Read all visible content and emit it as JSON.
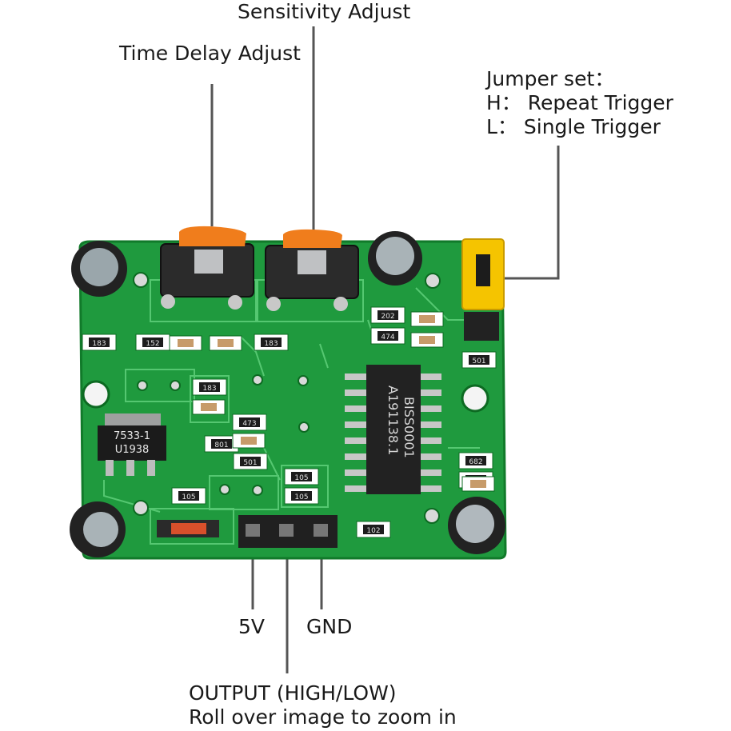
{
  "callouts": {
    "sensitivity": "Sensitivity Adjust",
    "time_delay": "Time Delay Adjust",
    "jumper_title": "Jumper set：",
    "jumper_h": "H：  Repeat Trigger",
    "jumper_l": "L：  Single Trigger",
    "pin_5v": "5V",
    "pin_gnd": "GND",
    "pin_output": "OUTPUT (HIGH/LOW)",
    "zoom_hint": "Roll over image to zoom in"
  },
  "board": {
    "colors": {
      "pcb": "#1f9a3e",
      "pcb_dark": "#117a2a",
      "trace": "#5fd07a",
      "pot": "#f07d1c",
      "jumper": "#f5c400"
    },
    "ic_main": {
      "line1": "BISS0001",
      "line2": "A191138.1"
    },
    "regulator": {
      "line1": "7533-1",
      "line2": "U1938"
    },
    "smd_labels": [
      "183",
      "152",
      "183",
      "202",
      "474",
      "501",
      "183",
      "473",
      "105",
      "801",
      "501",
      "105",
      "105",
      "682",
      "102",
      "501"
    ]
  }
}
